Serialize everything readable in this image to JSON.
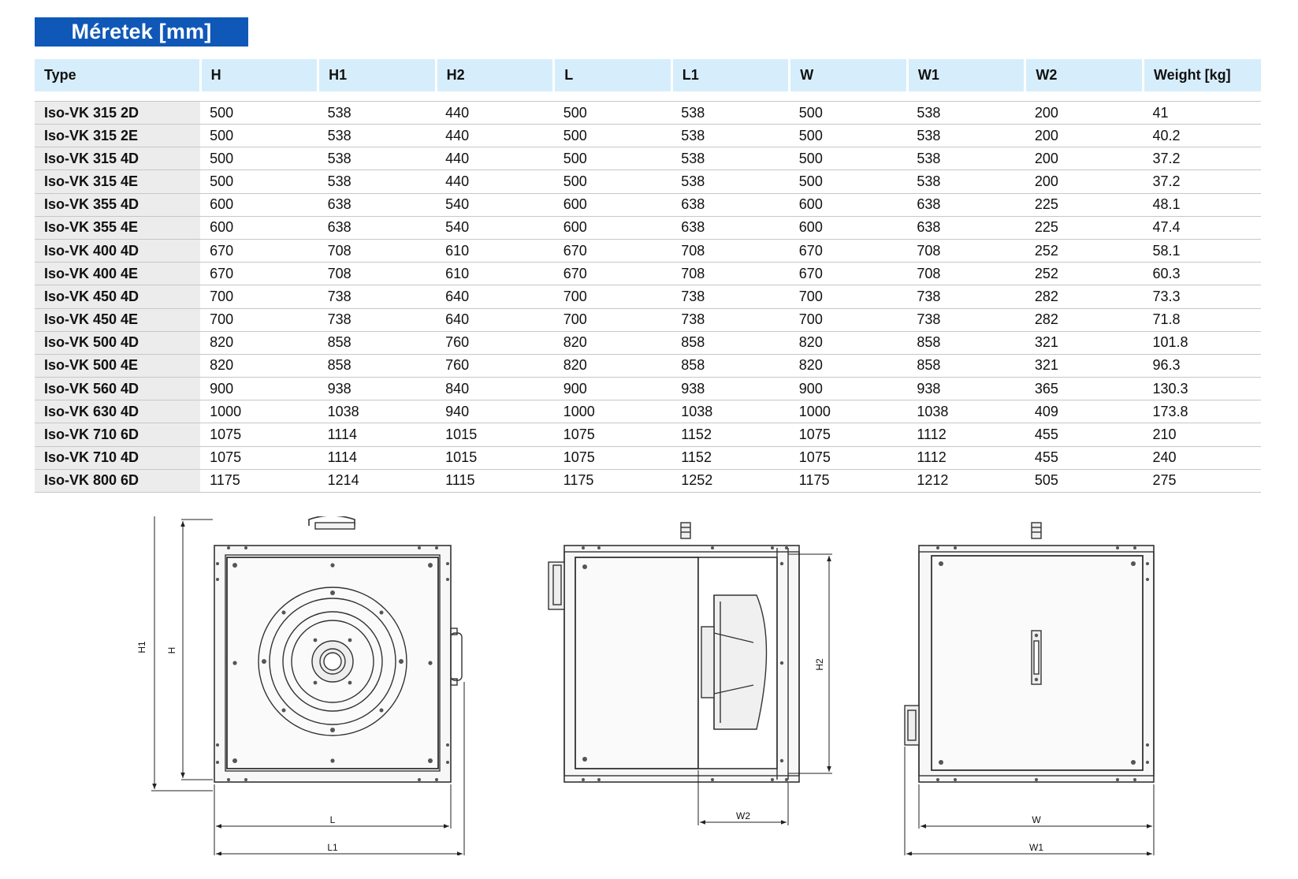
{
  "title": "Méretek [mm]",
  "table": {
    "headers": [
      "Type",
      "H",
      "H1",
      "H2",
      "L",
      "L1",
      "W",
      "W1",
      "W2",
      "Weight [kg]"
    ],
    "rows": [
      [
        "Iso-VK 315 2D",
        "500",
        "538",
        "440",
        "500",
        "538",
        "500",
        "538",
        "200",
        "41"
      ],
      [
        "Iso-VK 315 2E",
        "500",
        "538",
        "440",
        "500",
        "538",
        "500",
        "538",
        "200",
        "40.2"
      ],
      [
        "Iso-VK 315 4D",
        "500",
        "538",
        "440",
        "500",
        "538",
        "500",
        "538",
        "200",
        "37.2"
      ],
      [
        "Iso-VK 315 4E",
        "500",
        "538",
        "440",
        "500",
        "538",
        "500",
        "538",
        "200",
        "37.2"
      ],
      [
        "Iso-VK 355 4D",
        "600",
        "638",
        "540",
        "600",
        "638",
        "600",
        "638",
        "225",
        "48.1"
      ],
      [
        "Iso-VK 355 4E",
        "600",
        "638",
        "540",
        "600",
        "638",
        "600",
        "638",
        "225",
        "47.4"
      ],
      [
        "Iso-VK 400 4D",
        "670",
        "708",
        "610",
        "670",
        "708",
        "670",
        "708",
        "252",
        "58.1"
      ],
      [
        "Iso-VK 400 4E",
        "670",
        "708",
        "610",
        "670",
        "708",
        "670",
        "708",
        "252",
        "60.3"
      ],
      [
        "Iso-VK 450 4D",
        "700",
        "738",
        "640",
        "700",
        "738",
        "700",
        "738",
        "282",
        "73.3"
      ],
      [
        "Iso-VK 450 4E",
        "700",
        "738",
        "640",
        "700",
        "738",
        "700",
        "738",
        "282",
        "71.8"
      ],
      [
        "Iso-VK 500 4D",
        "820",
        "858",
        "760",
        "820",
        "858",
        "820",
        "858",
        "321",
        "101.8"
      ],
      [
        "Iso-VK 500 4E",
        "820",
        "858",
        "760",
        "820",
        "858",
        "820",
        "858",
        "321",
        "96.3"
      ],
      [
        "Iso-VK 560 4D",
        "900",
        "938",
        "840",
        "900",
        "938",
        "900",
        "938",
        "365",
        "130.3"
      ],
      [
        "Iso-VK 630 4D",
        "1000",
        "1038",
        "940",
        "1000",
        "1038",
        "1000",
        "1038",
        "409",
        "173.8"
      ],
      [
        "Iso-VK 710 6D",
        "1075",
        "1114",
        "1015",
        "1075",
        "1152",
        "1075",
        "1112",
        "455",
        "210"
      ],
      [
        "Iso-VK 710 4D",
        "1075",
        "1114",
        "1015",
        "1075",
        "1152",
        "1075",
        "1112",
        "455",
        "240"
      ],
      [
        "Iso-VK 800 6D",
        "1175",
        "1214",
        "1115",
        "1175",
        "1252",
        "1175",
        "1212",
        "505",
        "275"
      ]
    ]
  },
  "drawing_labels": {
    "front": {
      "h1": "H1",
      "h": "H",
      "l": "L",
      "l1": "L1"
    },
    "side": {
      "h2": "H2",
      "w2": "W2"
    },
    "back": {
      "w": "W",
      "w1": "W1"
    }
  },
  "colors": {
    "title_bg": "#0f58b8",
    "header_bg": "#d6eefb",
    "type_col_bg": "#ececec"
  }
}
